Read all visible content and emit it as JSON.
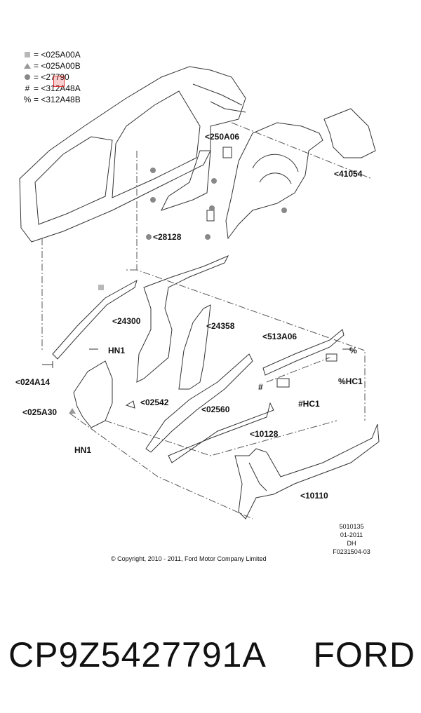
{
  "legend": [
    {
      "symbol": "square",
      "text": "= <025A00A"
    },
    {
      "symbol": "triangle",
      "text": "= <025A00B"
    },
    {
      "symbol": "circle",
      "text": "= <27790"
    },
    {
      "symbol": "#",
      "text": "= <312A48A"
    },
    {
      "symbol": "%",
      "text": "= <312A48B"
    }
  ],
  "callouts": {
    "c250A06": "<250A06",
    "c41054": "<41054",
    "c28128": "<28128",
    "c24300": "<24300",
    "c24358": "<24358",
    "c513A06": "<513A06",
    "hn1a": "HN1",
    "c024A14": "<024A14",
    "c025A30": "<025A30",
    "c02542": "<02542",
    "c02560": "<02560",
    "hn1b": "HN1",
    "c10128": "<10128",
    "hc1pct": "%HC1",
    "hc1hash": "#HC1",
    "pct": "%",
    "hash": "#",
    "c10110": "<10110"
  },
  "reference": {
    "line1": "5010135",
    "line2": "01-2011",
    "line3": "DH",
    "line4": "F0231504-03"
  },
  "copyright": "© Copyright, 2010 - 2011, Ford Motor Company Limited",
  "footer": {
    "part_number": "CP9Z5427791A",
    "brand": "FORD"
  }
}
